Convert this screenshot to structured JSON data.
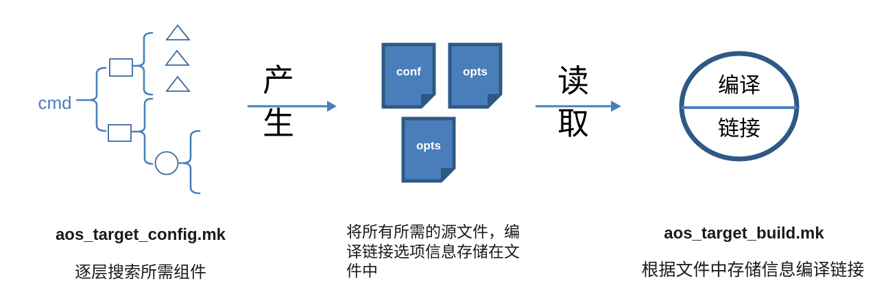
{
  "colors": {
    "primary": "#4A7EBB",
    "dark": "#2E5984",
    "shape_stroke": "#3A689E"
  },
  "tree": {
    "root_label": "cmd"
  },
  "arrows": {
    "produce": {
      "top": "产",
      "bottom": "生"
    },
    "read": {
      "top": "读",
      "bottom": "取"
    }
  },
  "documents": [
    {
      "label": "conf"
    },
    {
      "label": "opts"
    },
    {
      "label": "opts"
    }
  ],
  "build_circle": {
    "top": "编译",
    "bottom": "链接"
  },
  "captions": {
    "left": {
      "title": "aos_target_config.mk",
      "subtitle": "逐层搜索所需组件"
    },
    "middle": {
      "lines": [
        "将所有所需的源文件，编",
        "译链接选项信息存储在文",
        "件中"
      ]
    },
    "right": {
      "title": "aos_target_build.mk",
      "subtitle": "根据文件中存储信息编译链接"
    }
  }
}
